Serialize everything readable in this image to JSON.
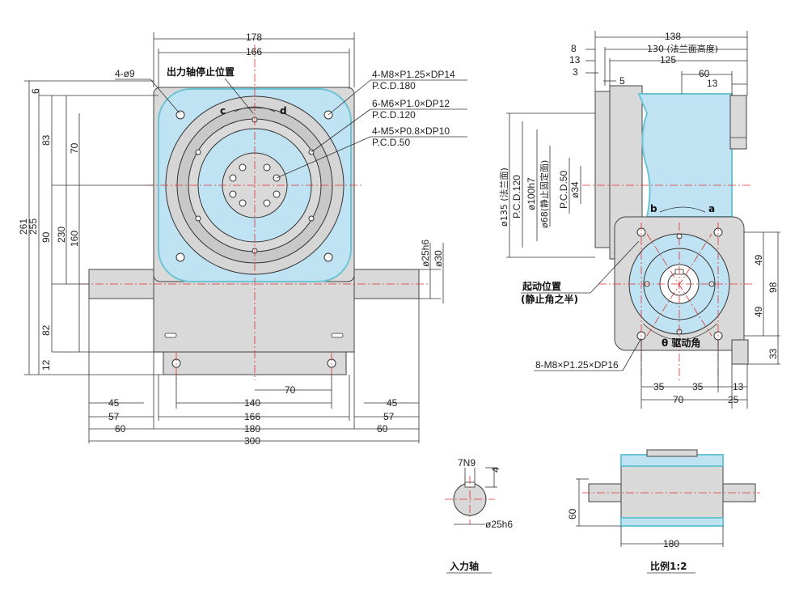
{
  "front_view": {
    "top_dims": [
      "178",
      "166"
    ],
    "left_dims": [
      "261",
      "255",
      "230",
      "160",
      "90",
      "83",
      "70",
      "82",
      "12",
      "6"
    ],
    "bottom_dims": [
      "45",
      "57",
      "60",
      "140",
      "166",
      "180",
      "300",
      "45",
      "57",
      "60",
      "70"
    ],
    "shaft_dims": [
      "ø25h6",
      "ø30"
    ],
    "hole_label": "4-ø9",
    "stop_position": "出力轴停止位置",
    "rot_c": "c",
    "rot_d": "d",
    "notes": [
      {
        "line1": "4-M8×P1.25×DP14",
        "line2": "P.C.D.180"
      },
      {
        "line1": "6-M6×P1.0×DP12",
        "line2": "P.C.D.120"
      },
      {
        "line1": "4-M5×P0.8×DP10",
        "line2": "P.C.D.50"
      }
    ]
  },
  "side_view": {
    "top_dims": [
      "138",
      "130 (法兰面高度)",
      "125",
      "60",
      "13",
      "8",
      "13",
      "3",
      "5"
    ],
    "diameters": [
      "ø135 (法兰面)",
      "P.C.D.120",
      "ø100h7",
      "ø68(静止固定面)",
      "P.C.D.50",
      "ø34"
    ],
    "right_dims": [
      "49",
      "98",
      "49",
      "33"
    ],
    "bottom_dims": [
      "35",
      "35",
      "13",
      "70",
      "25"
    ],
    "rot_b": "b",
    "rot_a": "a",
    "start_position": "起动位置",
    "half_dwell": "(静止角之半)",
    "theta_label": "θ 驱动角",
    "bolt_note": "8-M8×P1.25×DP16"
  },
  "shaft_detail": {
    "key_label": "7N9",
    "key_depth": "4",
    "diameter": "ø25h6",
    "caption": "入力轴"
  },
  "bottom_view": {
    "height": "60",
    "width": "180",
    "caption": "比例1:2"
  },
  "colors": {
    "face_blue": "#bfe3f3",
    "outline_blue": "#6bc4d3",
    "body_gray": "#d9d9d9",
    "center_line": "#e03030"
  }
}
